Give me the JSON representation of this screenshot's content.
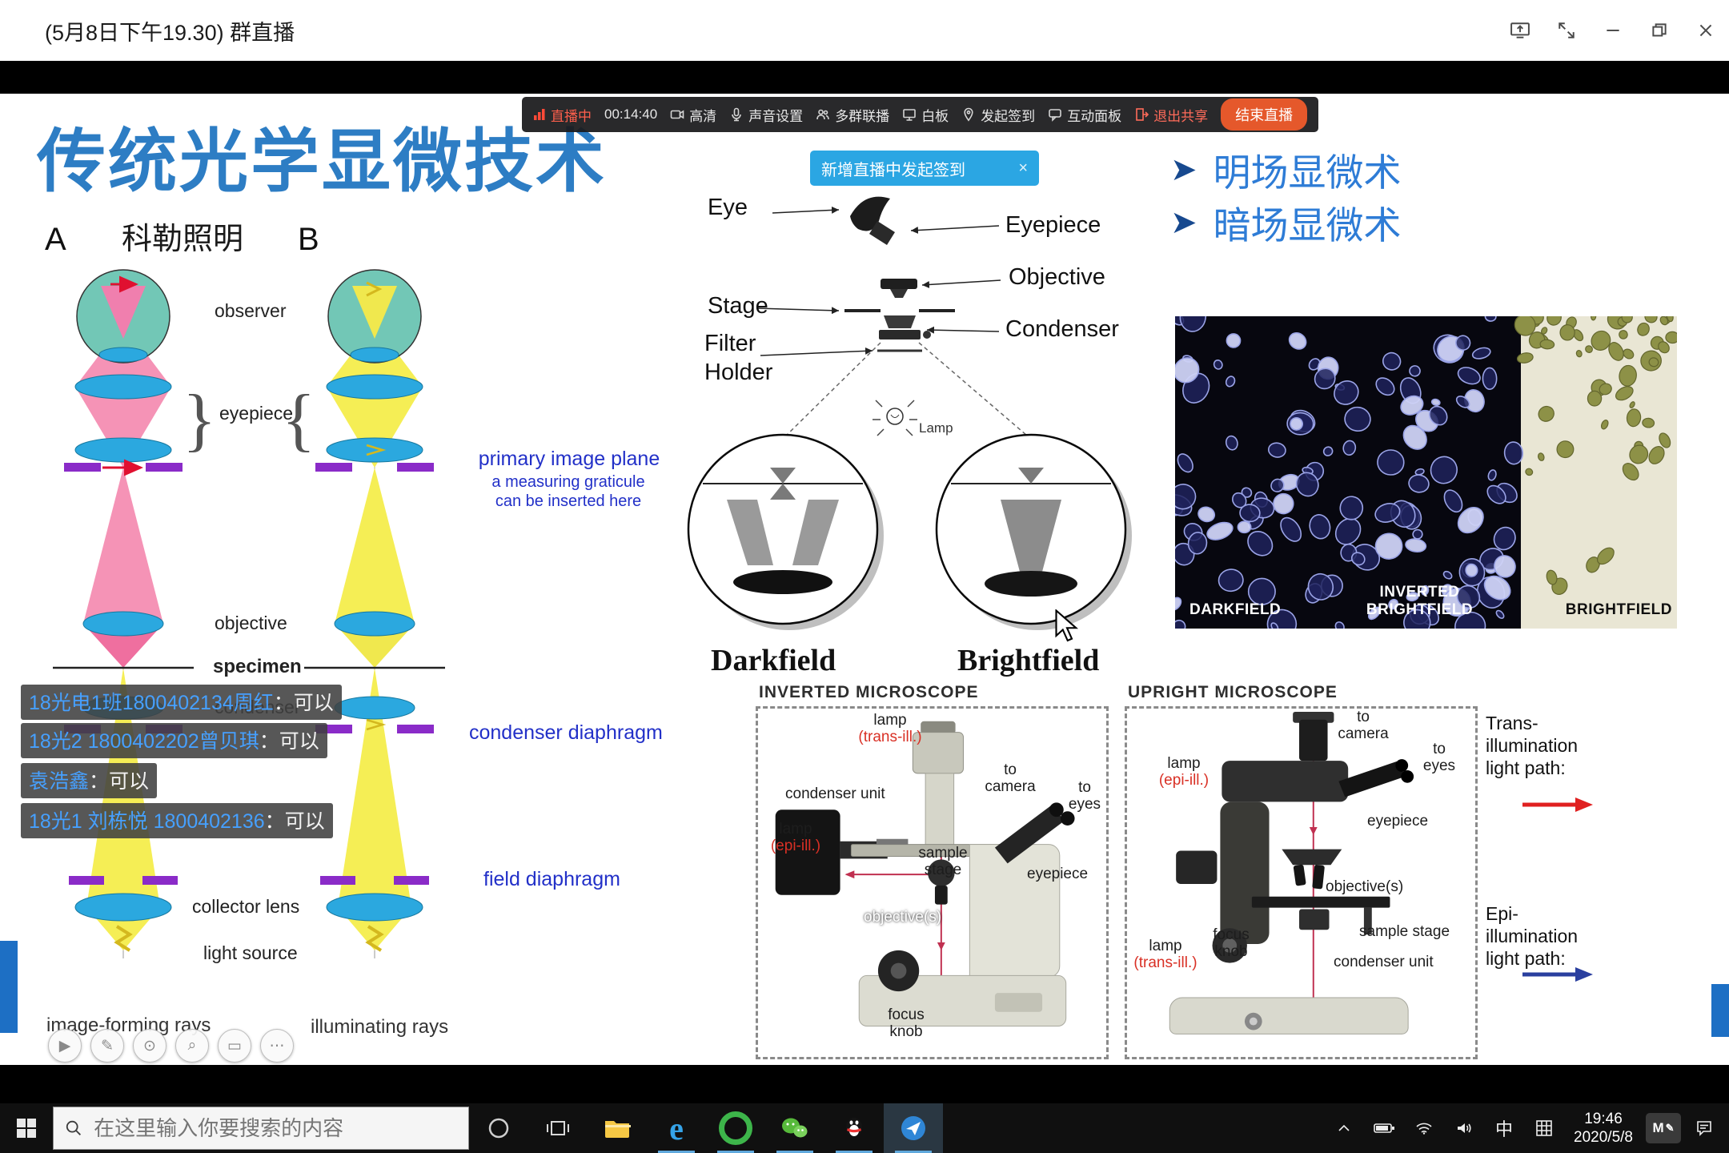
{
  "titlebar": {
    "title": "(5月8日下午19.30) 群直播"
  },
  "stream_toolbar": {
    "live_label": "直播中",
    "elapsed": "00:14:40",
    "buttons": [
      {
        "icon": "camera-icon",
        "label": "高清"
      },
      {
        "icon": "mic-icon",
        "label": "声音设置"
      },
      {
        "icon": "people-icon",
        "label": "多群联播"
      },
      {
        "icon": "whiteboard-icon",
        "label": "白板"
      },
      {
        "icon": "pin-icon",
        "label": "发起签到"
      },
      {
        "icon": "panel-icon",
        "label": "互动面板"
      },
      {
        "icon": "exit-icon",
        "label": "退出共享"
      }
    ],
    "end_button": "结束直播"
  },
  "notification": {
    "text": "新增直播中发起签到",
    "close": "×"
  },
  "slide": {
    "title": "传统光学显微技术",
    "bullet_marker": "➤",
    "bullet1": "明场显微术",
    "bullet2": "暗场显微术",
    "kohler": {
      "heading": "科勒照明",
      "col_a": "A",
      "col_b": "B",
      "observer": "observer",
      "eyepiece": "eyepiece",
      "objective": "objective",
      "specimen": "specimen",
      "condenser": "condenser",
      "collector": "collector lens",
      "light_source": "light source",
      "primary_plane": "primary image plane",
      "graticule_1": "a measuring graticule",
      "graticule_2": "can be inserted here",
      "condenser_diaphragm": "condenser diaphragm",
      "field_diaphragm": "field diaphragm",
      "caption_a": "image-forming rays",
      "caption_b": "illuminating rays",
      "brace_left": "}",
      "brace_right": "{"
    },
    "schematic": {
      "eye": "Eye",
      "eyepiece": "Eyepiece",
      "objective": "Objective",
      "stage": "Stage",
      "condenser": "Condenser",
      "filter_1": "Filter",
      "filter_2": "Holder",
      "lamp": "Lamp",
      "darkfield": "Darkfield",
      "brightfield": "Brightfield"
    },
    "micrograph": {
      "darkfield": "DARKFIELD",
      "inverted": "INVERTED BRIGHTFIELD",
      "brightfield": "BRIGHTFIELD"
    },
    "inverted_scope": {
      "title": "INVERTED MICROSCOPE",
      "lamp_top": "lamp",
      "lamp_top_sub": "(trans-ill.)",
      "condenser": "condenser unit",
      "to_camera_1": "to",
      "to_camera_2": "camera",
      "to_eyes_1": "to",
      "to_eyes_2": "eyes",
      "lamp_side": "lamp",
      "lamp_side_sub": "(epi-ill.)",
      "sample_1": "sample",
      "sample_2": "stage",
      "eyepiece": "eyepiece",
      "objectives": "objective(s)",
      "focus_1": "focus",
      "focus_2": "knob"
    },
    "upright_scope": {
      "title": "UPRIGHT MICROSCOPE",
      "to_camera_1": "to",
      "to_camera_2": "camera",
      "to_eyes_1": "to",
      "to_eyes_2": "eyes",
      "lamp_epi_1": "lamp",
      "lamp_epi_2": "(epi-ill.)",
      "eyepiece": "eyepiece",
      "objectives": "objective(s)",
      "sample_stage": "sample stage",
      "condenser": "condenser unit",
      "focus_1": "focus",
      "focus_2": "knob",
      "lamp_trans_1": "lamp",
      "lamp_trans_2": "(trans-ill.)"
    },
    "paths": {
      "trans_1": "Trans-",
      "trans_2": "illumination",
      "trans_3": "light path:",
      "epi_1": "Epi-",
      "epi_2": "illumination",
      "epi_3": "light path:"
    },
    "chat": [
      {
        "name": "18光电1班1800402134周红",
        "reply": "：可以"
      },
      {
        "name": "18光2 1800402202曾贝琪",
        "reply": "：可以"
      },
      {
        "name": "袁浩鑫",
        "reply": "：可以"
      },
      {
        "name": "18光1 刘栋悦 1800402136",
        "reply": "：可以"
      }
    ],
    "tools": [
      {
        "name": "page-tool",
        "glyph": "▶"
      },
      {
        "name": "pen-tool",
        "glyph": "✎"
      },
      {
        "name": "pointer-tool",
        "glyph": "⊙"
      },
      {
        "name": "zoom-tool",
        "glyph": "⌕"
      },
      {
        "name": "board-tool",
        "glyph": "▭"
      },
      {
        "name": "more-tool",
        "glyph": "⋯"
      }
    ]
  },
  "taskbar": {
    "search_placeholder": "在这里输入你要搜索的内容",
    "ime_lang": "中",
    "time": "19:46",
    "date": "2020/5/8"
  },
  "colors": {
    "accent_blue": "#2d7dc4",
    "live_red": "#ff5f4c",
    "end_button_orange": "#e5582b",
    "notification_blue": "#2ba6e3",
    "ray_yellow": "#f5ee55",
    "ray_pink": "#f593b6",
    "lens_blue": "#2ba8df",
    "diaphragm_purple": "#8a2bc8",
    "trans_arrow": "#e02020",
    "epi_arrow": "#2a3f9f"
  }
}
